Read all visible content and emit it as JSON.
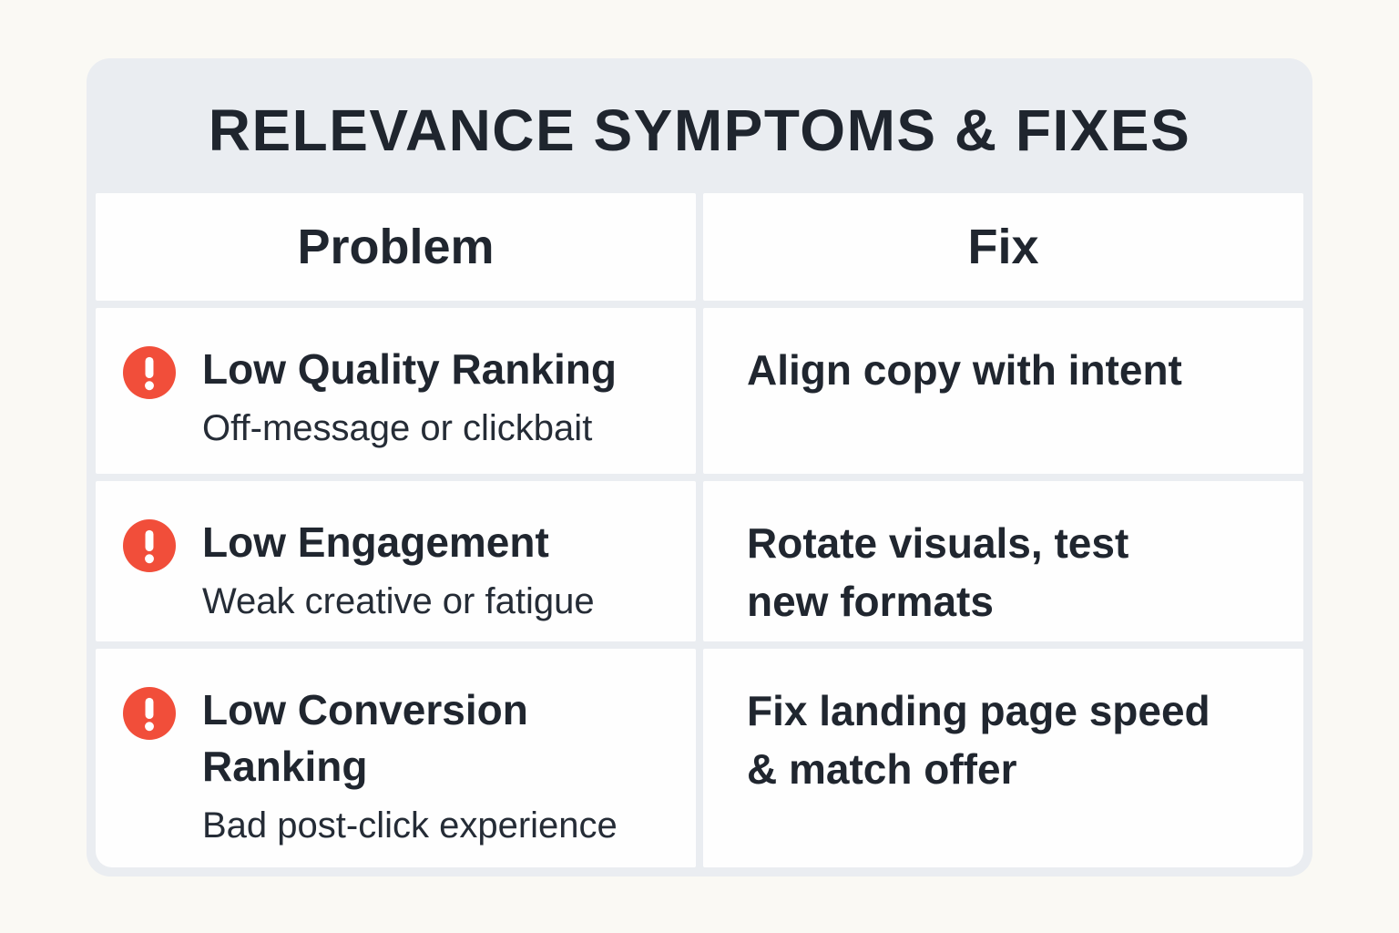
{
  "title": "RELEVANCE SYMPTOMS & FIXES",
  "colors": {
    "page_background": "#faf9f4",
    "card_background": "#eaedf1",
    "cell_background": "#fefefe",
    "text": "#20262f",
    "alert_red": "#f14e3a",
    "icon_glyph": "#ffffff"
  },
  "table": {
    "headers": {
      "problem": "Problem",
      "fix": "Fix"
    },
    "rows": [
      {
        "problem": {
          "title": "Low Quality Ranking",
          "subtitle": "Off-message or clickbait"
        },
        "fix": "Align copy with intent"
      },
      {
        "problem": {
          "title": "Low Engagement",
          "subtitle": "Weak creative or fatigue"
        },
        "fix": "Rotate visuals, test\nnew formats"
      },
      {
        "problem": {
          "title": "Low Conversion\nRanking",
          "subtitle": "Bad post-click experience"
        },
        "fix": "Fix landing page speed\n& match offer"
      }
    ]
  },
  "chart_data": {
    "type": "table",
    "title": "RELEVANCE SYMPTOMS & FIXES",
    "columns": [
      "Problem",
      "Fix"
    ],
    "rows": [
      [
        "Low Quality Ranking (Off-message or clickbait)",
        "Align copy with intent"
      ],
      [
        "Low Engagement (Weak creative or fatigue)",
        "Rotate visuals, test new formats"
      ],
      [
        "Low Conversion Ranking (Bad post-click experience)",
        "Fix landing page speed & match offer"
      ]
    ],
    "legend_position": "none",
    "grid": false
  }
}
